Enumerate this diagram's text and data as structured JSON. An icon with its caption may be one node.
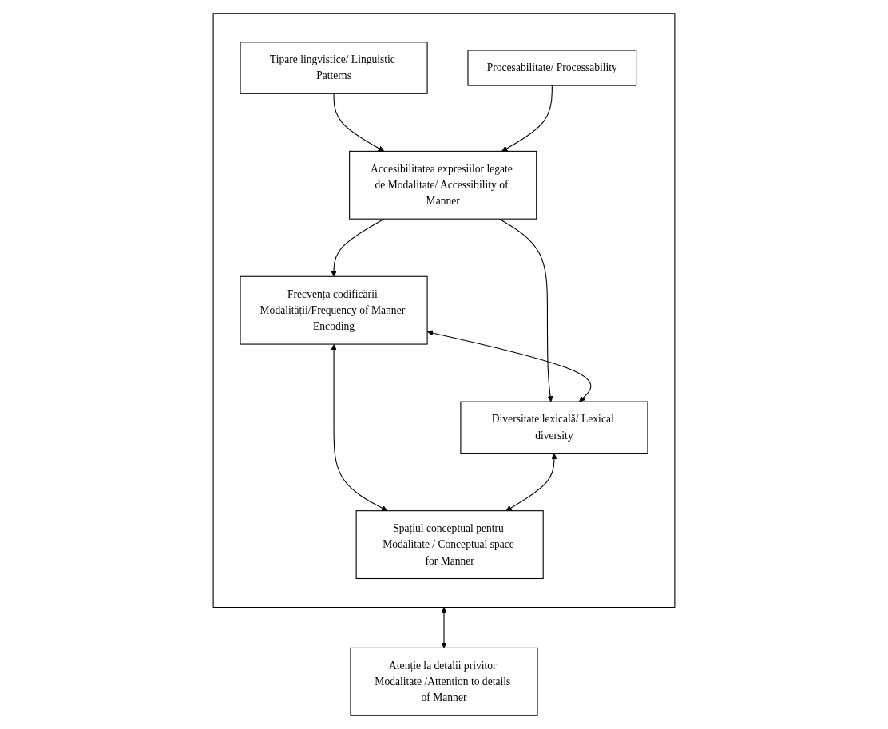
{
  "diagram": {
    "nodes": [
      {
        "text": [],
        "shape": "box"
      },
      {
        "text": [
          "Tipare lingvistice/ Linguistic Patterns"
        ],
        "in": 0
      },
      {
        "text": [
          "Procesabilitate/ Processability"
        ],
        "in": 0
      },
      {
        "text": [
          "Accesibilitatea expresiilor legate de Modalitate/ Accessibility of Manner"
        ],
        "in": 0
      },
      {
        "text": [
          "Frecvența codificării Modalității/Frequency of Manner Encoding"
        ],
        "in": 0
      },
      {
        "text": [
          "Diversitate lexicală/ Lexical diversity"
        ],
        "in": 0
      },
      {
        "text": [
          "Spațiul conceptual pentru Modalitate / Conceptual space for Manner"
        ],
        "in": 0
      },
      {
        "text": [
          "Atenție la detalii privitor Modalitate /Attention to details of Manner"
        ]
      }
    ],
    "edges": [
      {
        "from": 1,
        "to": 3,
        "arrow": "to"
      },
      {
        "from": 2,
        "to": 3,
        "arrow": "to"
      },
      {
        "from": 3,
        "to": 4,
        "arrow": "to"
      },
      {
        "from": 3,
        "to": 5,
        "arrow": "to"
      },
      {
        "from": 4,
        "to": 5,
        "arrow": "both"
      },
      {
        "from": 4,
        "to": 6,
        "arrow": "both"
      },
      {
        "from": 5,
        "to": 6,
        "arrow": "both"
      },
      {
        "from": 0,
        "to": 7,
        "arrow": "both"
      }
    ]
  }
}
